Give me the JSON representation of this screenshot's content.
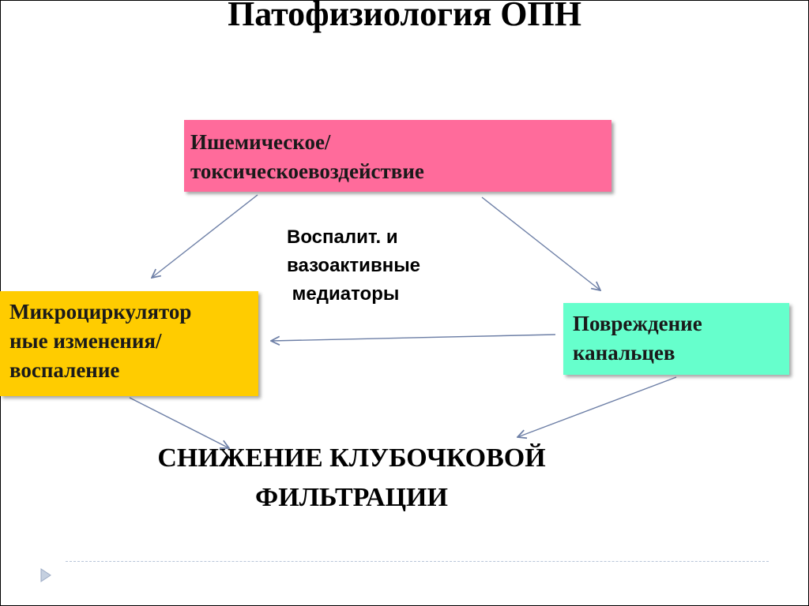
{
  "title": "Патофизиология ОПН",
  "boxes": {
    "ischemic": {
      "lines": [
        "Ишемическое/",
        "токсическоевоздействие"
      ],
      "color": "#ff6b9b"
    },
    "microcirculation": {
      "lines": [
        "Микроциркулятор",
        "ные изменения/",
        "воспаление"
      ],
      "color": "#ffcc00"
    },
    "tubule": {
      "lines": [
        "Повреждение",
        "канальцев"
      ],
      "color": "#66ffcc"
    }
  },
  "mediators": {
    "lines": [
      "Воспалит. и",
      "вазоактивные",
      " медиаторы"
    ]
  },
  "result": {
    "lines": [
      "СНИЖЕНИЕ КЛУБОЧКОВОЙ",
      "ФИЛЬТРАЦИИ"
    ]
  },
  "colors": {
    "arrow": "#6d7fa6",
    "footer": "#b7c4d8"
  },
  "icons": {
    "footer": "triangle-right-icon"
  }
}
